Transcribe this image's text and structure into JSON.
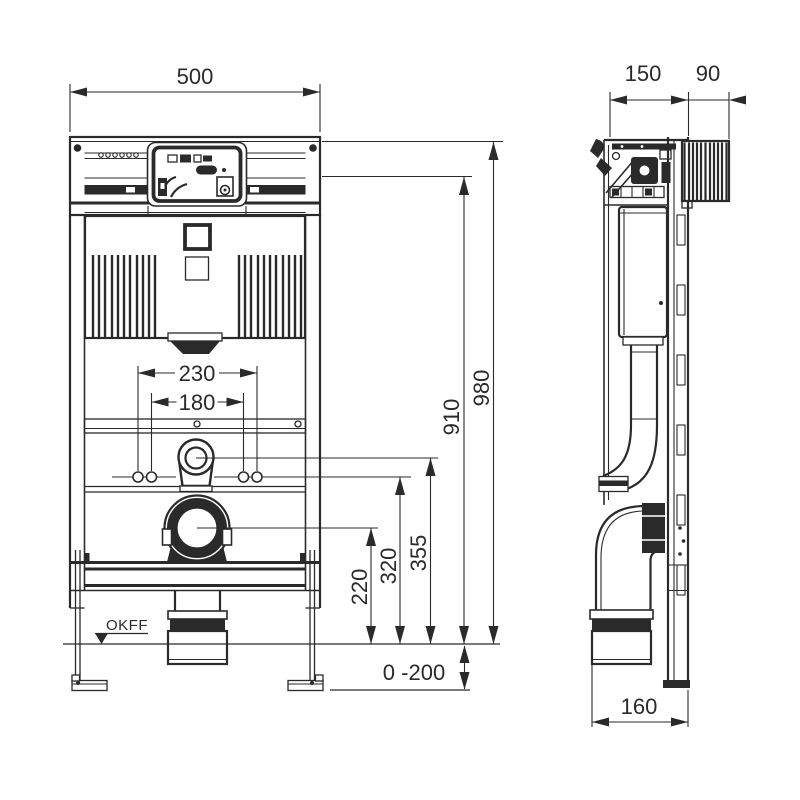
{
  "colors": {
    "line": "#2a2a2a",
    "background": "#ffffff"
  },
  "dims": {
    "front": {
      "width": "500",
      "total_height": "980",
      "upper_edge_height": "910",
      "flush_pipe_height": "355",
      "bolt_height": "320",
      "drain_height": "220",
      "bolt_spacing_outer": "230",
      "bolt_spacing_inner": "180",
      "feet_range": "0 -200",
      "floor_label": "OKFF"
    },
    "side": {
      "depth": "150",
      "front_depth": "90",
      "drain_offset": "160"
    }
  }
}
